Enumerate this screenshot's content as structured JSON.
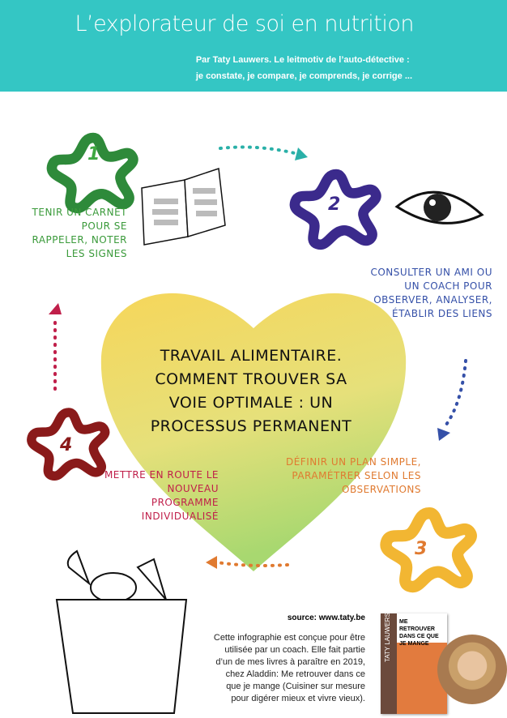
{
  "header": {
    "title": "L’explorateur de soi en nutrition",
    "subtitle_line1": "Par Taty Lauwers. Le leitmotiv de l’auto-détective :",
    "subtitle_line2": "je constate, je compare, je comprends, je corrige ..."
  },
  "center_text": "Travail alimentaire. Comment trouver sa voie optimale : un processus permanent",
  "steps": [
    {
      "number": "1",
      "label": "Tenir un carnet pour se rappeler, noter les signes",
      "color": "#2e8a3a"
    },
    {
      "number": "2",
      "label": "Consulter un ami ou un coach pour observer, analyser, établir des liens",
      "color": "#3b2a8c"
    },
    {
      "number": "3",
      "label": "Définir un plan simple, paramétrer selon les observations",
      "color": "#f2b632"
    },
    {
      "number": "4",
      "label": "Mettre en route le nouveau programme individualisé",
      "color": "#8a1a1a"
    }
  ],
  "footer": {
    "source": "source: www.taty.be",
    "description": "Cette infographie est conçue pour être utilisée par un coach. Elle fait partie d’un de mes livres à paraître en 2019, chez Aladdin: Me retrouver dans ce que je mange (Cuisiner sur mesure pour digérer mieux et vivre vieux).",
    "book_title": "ME RETROUVER DANS CE QUE JE MANGE",
    "book_author": "TATY LAUWERS"
  }
}
